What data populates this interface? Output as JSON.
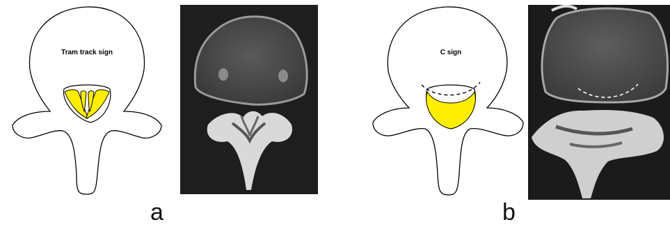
{
  "panels": [
    {
      "letter": "a",
      "sign": "Tram track sign"
    },
    {
      "letter": "b",
      "sign": "C sign"
    }
  ],
  "colors": {
    "highlight": "#ffee00",
    "outline": "#000000",
    "ct_background": "#1c1c1c",
    "ct_bone": "#d8d8d8",
    "dashed_line_ct": "#ffffff"
  }
}
